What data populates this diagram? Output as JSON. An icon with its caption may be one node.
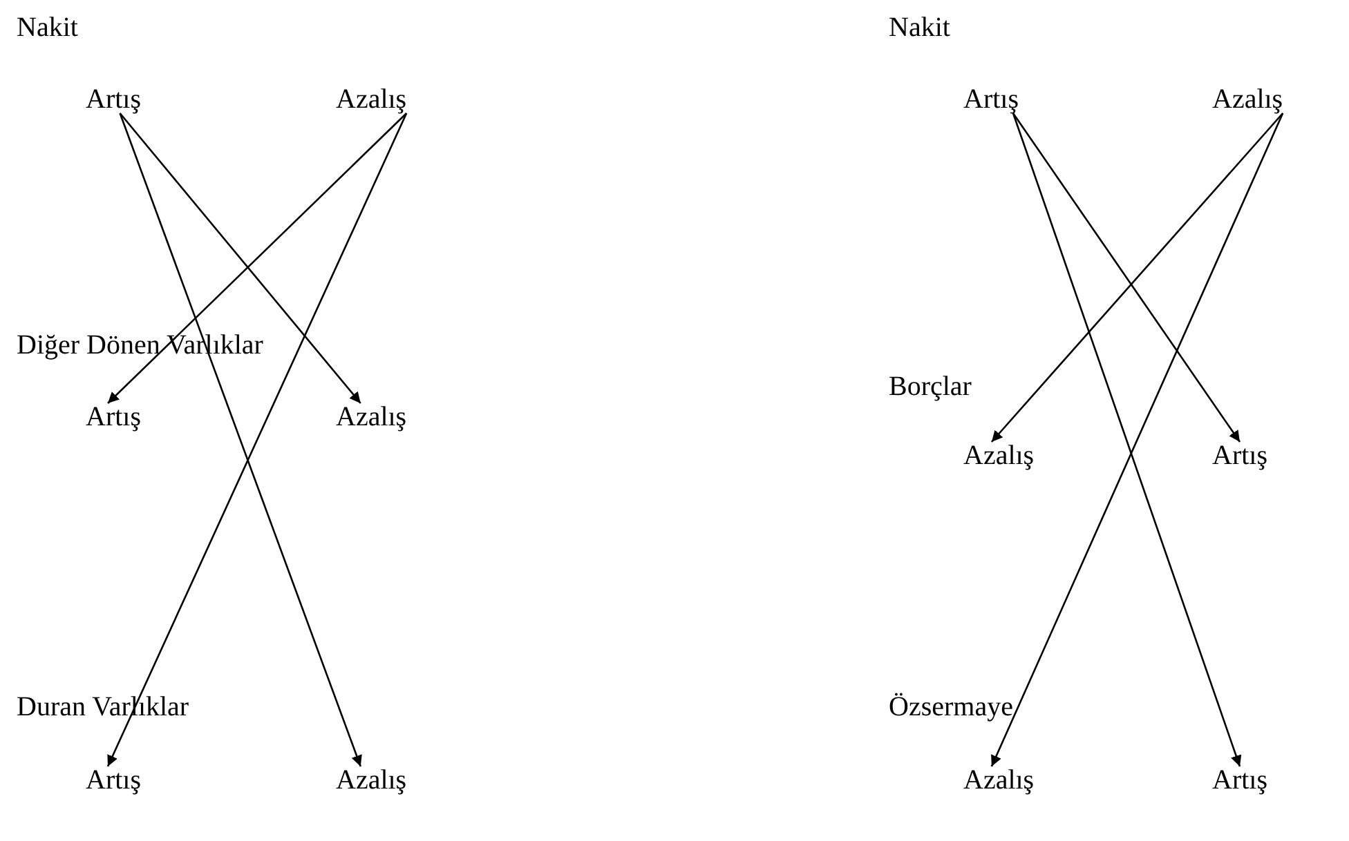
{
  "diagram": {
    "nodes": [
      {
        "text": [
          "Artış"
        ]
      },
      {
        "text": [
          "Azalış"
        ]
      },
      {
        "text": [
          "Artış"
        ]
      },
      {
        "text": [
          "Azalış"
        ]
      },
      {
        "text": [
          "Artış"
        ]
      },
      {
        "text": [
          "Azalış"
        ]
      },
      {
        "text": [
          "Artış"
        ]
      },
      {
        "text": [
          "Azalış"
        ]
      },
      {
        "text": [
          "Azalış"
        ]
      },
      {
        "text": [
          "Artış"
        ]
      },
      {
        "text": [
          "Azalış"
        ]
      },
      {
        "text": [
          "Artış"
        ]
      }
    ],
    "edges": [
      {
        "from": 0,
        "to": 3,
        "arrow": "to"
      },
      {
        "from": 0,
        "to": 5,
        "arrow": "to"
      },
      {
        "from": 1,
        "to": 2,
        "arrow": "to"
      },
      {
        "from": 1,
        "to": 4,
        "arrow": "to"
      },
      {
        "from": 6,
        "to": 9,
        "arrow": "to"
      },
      {
        "from": 6,
        "to": 11,
        "arrow": "to"
      },
      {
        "from": 7,
        "to": 8,
        "arrow": "to"
      },
      {
        "from": 7,
        "to": 10,
        "arrow": "to"
      }
    ],
    "labels": [
      "Nakit",
      "Diğer Dönen Varlıklar",
      "Duran Varlıklar",
      "Nakit",
      "Borçlar",
      "Özsermaye"
    ]
  }
}
